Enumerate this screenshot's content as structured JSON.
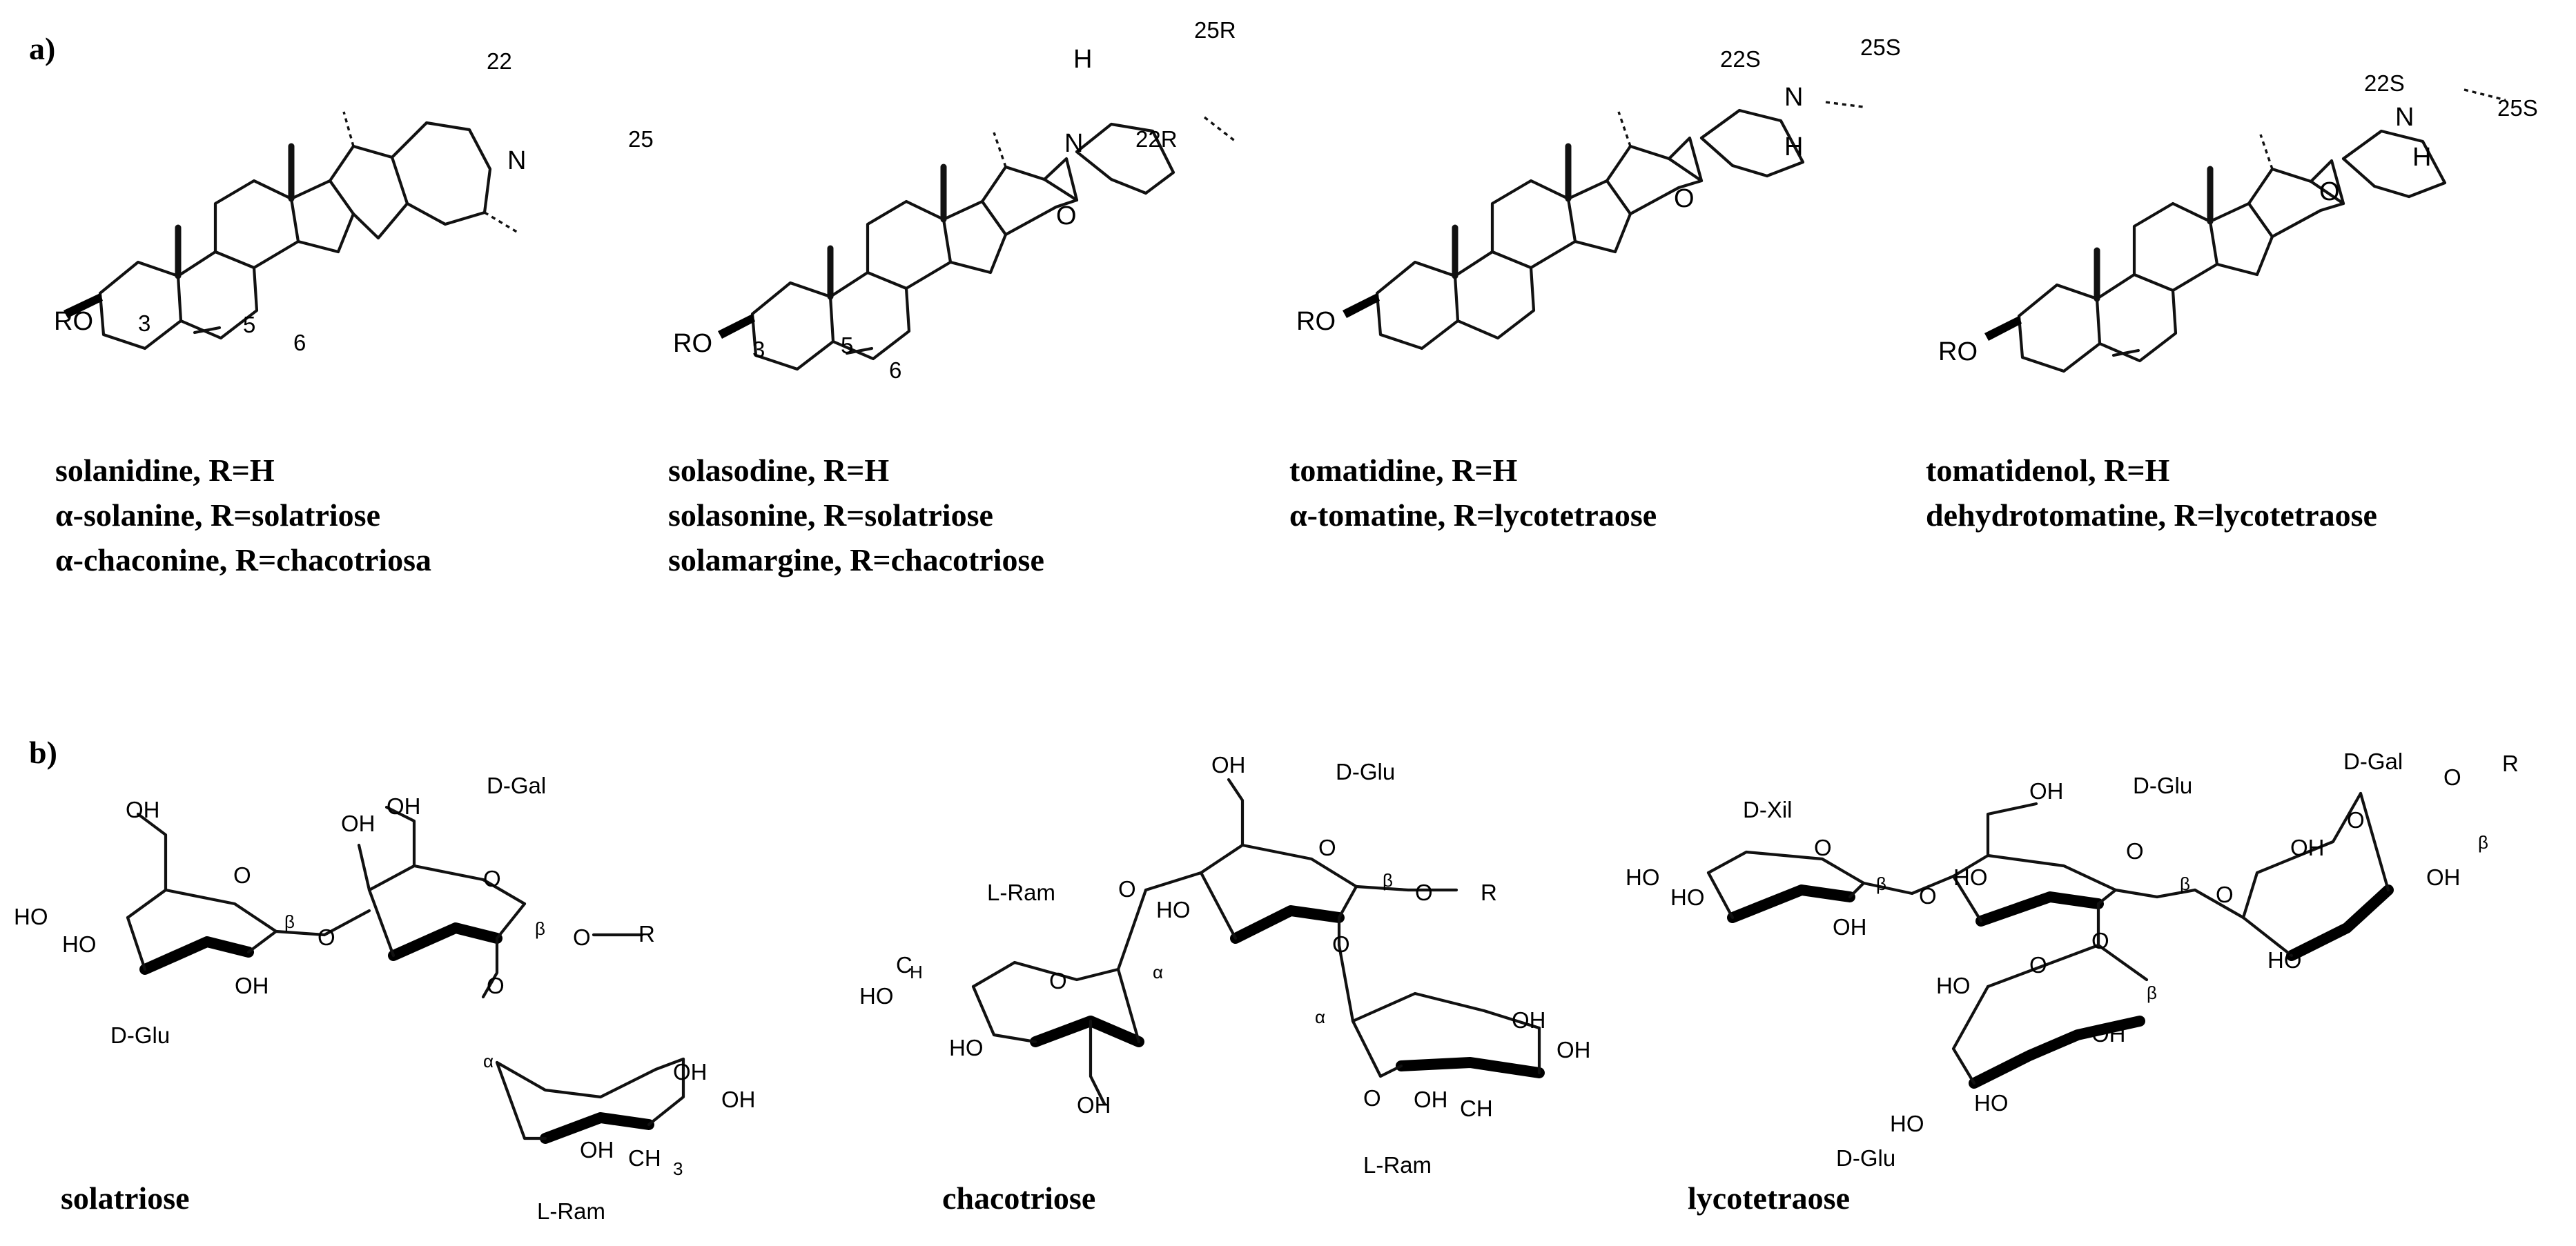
{
  "panels": {
    "a": "a)",
    "b": "b)"
  },
  "compounds": [
    {
      "lines": [
        "solanidine, R=H",
        "α-solanine, R=solatriose",
        "α-chaconine, R=chacotriosa"
      ]
    },
    {
      "lines": [
        "solasodine, R=H",
        "solasonine, R=solatriose",
        "solamargine, R=chacotriose"
      ]
    },
    {
      "lines": [
        "tomatidine, R=H",
        "α-tomatine, R=lycotetraose"
      ]
    },
    {
      "lines": [
        "tomatidenol, R=H",
        "dehydrotomatine, R=lycotetraose"
      ]
    }
  ],
  "sugars": [
    "solatriose",
    "chacotriose",
    "lycotetraose"
  ],
  "atoms": {
    "RO": "RO",
    "N": "N",
    "O": "O",
    "H": "H",
    "OH": "OH",
    "HO": "HO",
    "R": "R",
    "CH": "CH",
    "H3": "H",
    "sub3": "3",
    "C": "C",
    "n3": "3",
    "n5": "5",
    "n6": "6",
    "n22": "22",
    "n25": "25",
    "s25R": "25R",
    "s22R": "22R",
    "s22S": "22S",
    "s25S": "25S",
    "beta": "β",
    "alpha": "α"
  },
  "sugar_units": {
    "dglu": "D-Glu",
    "dgal": "D-Gal",
    "lram": "L-Ram",
    "dxil": "D-Xil"
  }
}
